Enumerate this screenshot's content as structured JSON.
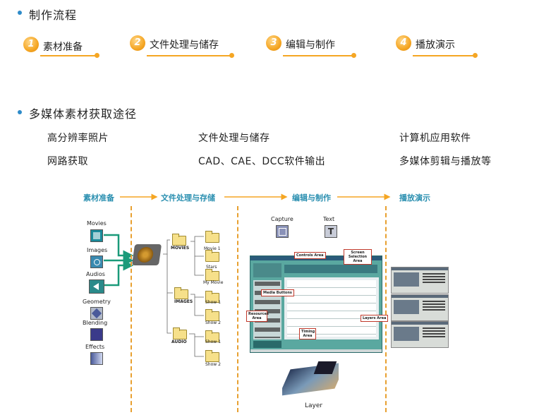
{
  "section1": {
    "title": "制作流程"
  },
  "steps": [
    {
      "num": "1",
      "label": "素材准备"
    },
    {
      "num": "2",
      "label": "文件处理与储存"
    },
    {
      "num": "3",
      "label": "编辑与制作"
    },
    {
      "num": "4",
      "label": "播放演示"
    }
  ],
  "section2": {
    "title": "多媒体素材获取途径",
    "col1": [
      "高分辨率照片",
      "网路获取"
    ],
    "col2": [
      "文件处理与储存",
      "CAD、CAE、DCC软件输出"
    ],
    "col3": [
      "计算机应用软件",
      "多媒体剪辑与播放等"
    ]
  },
  "diagram": {
    "stages": [
      "素材准备",
      "文件处理与存储",
      "编辑与制作",
      "播放演示"
    ],
    "media": [
      "Movies",
      "Images",
      "Audios",
      "Geometry",
      "Blending",
      "Effects"
    ],
    "folders": {
      "movies": "MOVIES",
      "images": "IMAGES",
      "audio": "AUDIO",
      "movie1": "Movie 1",
      "stars": "Stars",
      "mymovie": "My Movie",
      "show1": "Show 1",
      "show2": "Show 2"
    },
    "tools": [
      "Capture",
      "Text"
    ],
    "callouts": [
      "Controls Area",
      "Screen Selection Area",
      "Media Buttons",
      "Resources Area",
      "Layers Area",
      "Timing Area"
    ],
    "layer_label": "Layer",
    "colors": {
      "accent": "#f5a623",
      "stage_label": "#2a8fb0",
      "bullet": "#2e8bc9",
      "window": "#5aa8a0"
    }
  }
}
